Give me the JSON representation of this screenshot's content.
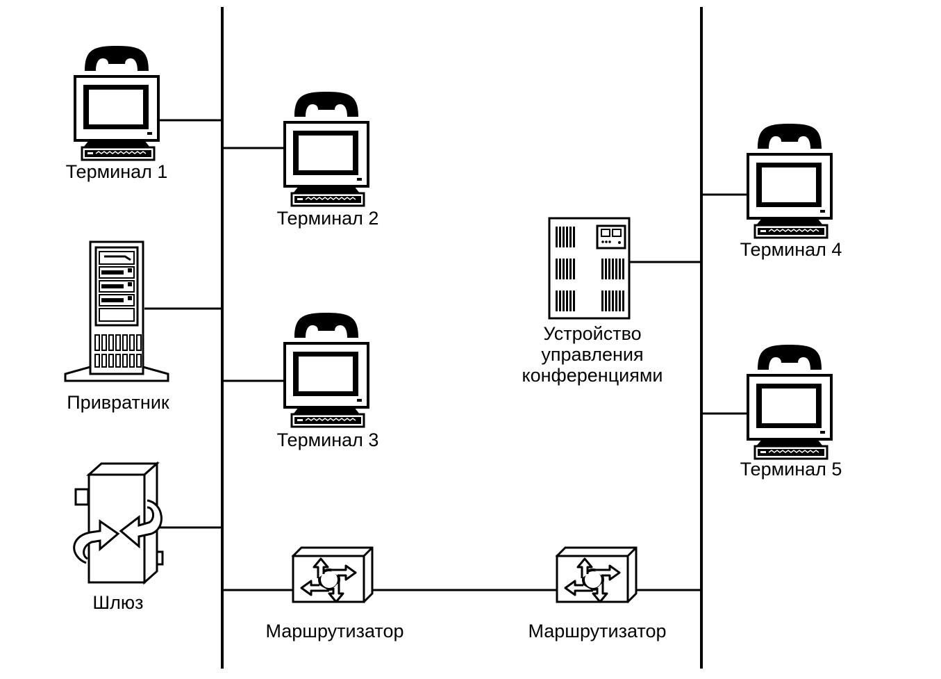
{
  "diagram": {
    "colors": {
      "ink": "#000000",
      "background": "#ffffff"
    },
    "buses": [
      {
        "id": "bus-left",
        "label": ""
      },
      {
        "id": "bus-right",
        "label": ""
      }
    ],
    "nodes": [
      {
        "id": "terminal-1",
        "type": "terminal",
        "label": "Терминал 1",
        "bus": "bus-left"
      },
      {
        "id": "terminal-2",
        "type": "terminal",
        "label": "Терминал 2",
        "bus": "bus-left"
      },
      {
        "id": "terminal-3",
        "type": "terminal",
        "label": "Терминал 3",
        "bus": "bus-left"
      },
      {
        "id": "gatekeeper",
        "type": "server",
        "label": "Привратник",
        "bus": "bus-left"
      },
      {
        "id": "gateway",
        "type": "gateway",
        "label": "Шлюз",
        "bus": "bus-left"
      },
      {
        "id": "router-1",
        "type": "router",
        "label": "Маршрутизатор",
        "bus": "bus-left"
      },
      {
        "id": "router-2",
        "type": "router",
        "label": "Маршрутизатор",
        "bus": "bus-right"
      },
      {
        "id": "mcu",
        "type": "conference-unit",
        "label_lines": [
          "Устройство",
          "управления",
          "конференциями"
        ],
        "bus": "bus-right"
      },
      {
        "id": "terminal-4",
        "type": "terminal",
        "label": "Терминал 4",
        "bus": "bus-right"
      },
      {
        "id": "terminal-5",
        "type": "terminal",
        "label": "Терминал 5",
        "bus": "bus-right"
      }
    ],
    "edges": [
      {
        "from": "terminal-1",
        "to": "bus-left"
      },
      {
        "from": "terminal-2",
        "to": "bus-left"
      },
      {
        "from": "terminal-3",
        "to": "bus-left"
      },
      {
        "from": "gatekeeper",
        "to": "bus-left"
      },
      {
        "from": "gateway",
        "to": "bus-left"
      },
      {
        "from": "bus-left",
        "to": "router-1"
      },
      {
        "from": "router-1",
        "to": "router-2"
      },
      {
        "from": "router-2",
        "to": "bus-right"
      },
      {
        "from": "mcu",
        "to": "bus-right"
      },
      {
        "from": "terminal-4",
        "to": "bus-right"
      },
      {
        "from": "terminal-5",
        "to": "bus-right"
      }
    ]
  }
}
